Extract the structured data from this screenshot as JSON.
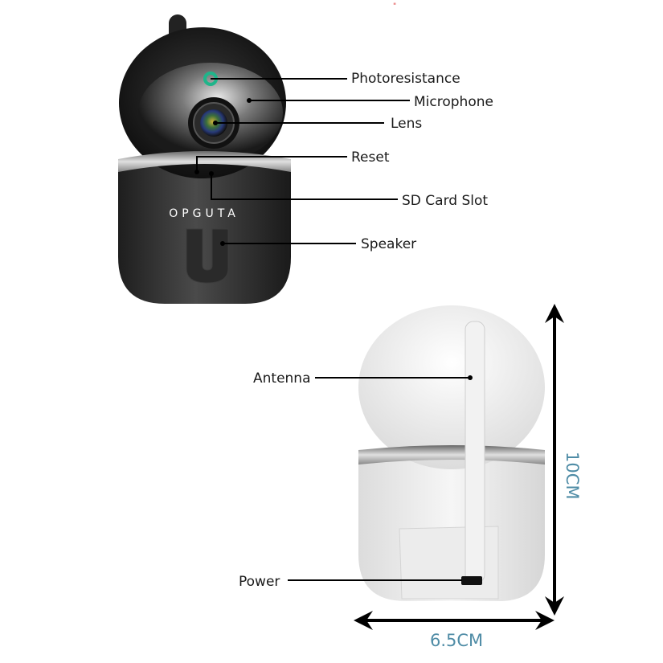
{
  "front_view": {
    "brand_logo": "OPGUTA",
    "labels": {
      "photoresistance": "Photoresistance",
      "microphone": "Microphone",
      "lens": "Lens",
      "reset": "Reset",
      "sd_card_slot": "SD Card Slot",
      "speaker": "Speaker"
    }
  },
  "back_view": {
    "labels": {
      "antenna": "Antenna",
      "power": "Power"
    }
  },
  "dimensions": {
    "height": "10CM",
    "width": "6.5CM"
  },
  "colors": {
    "dimension_text": "#4f8ca6",
    "indicator": "#1fb58a"
  }
}
